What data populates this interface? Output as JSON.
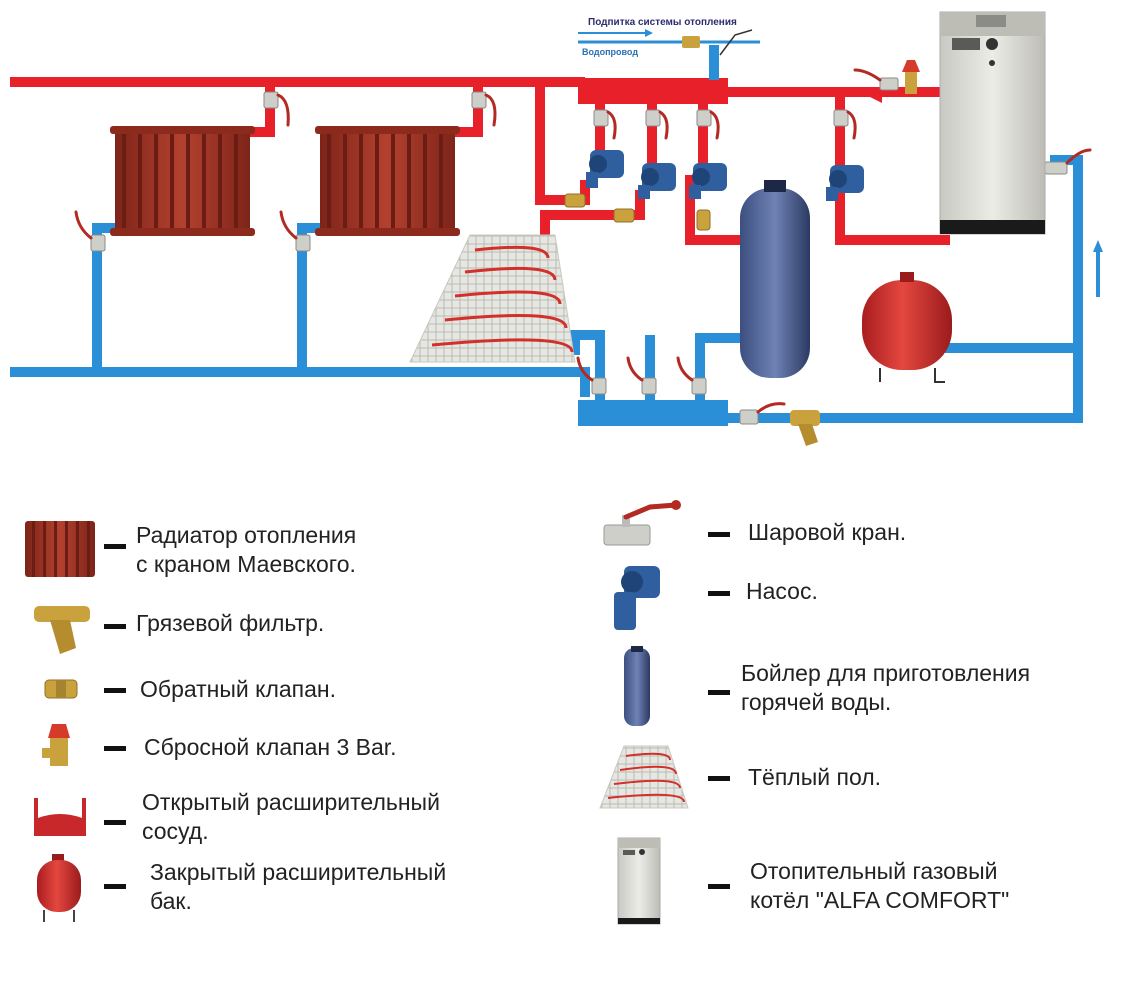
{
  "diagram": {
    "labels": {
      "feed": "Подпитка системы отопления",
      "water": "Водопровод"
    },
    "colors": {
      "supply": "#e8202a",
      "return": "#2a8fd6",
      "radiator": "#9a2f22",
      "pump": "#2f5f9e",
      "boiler": "#2e3f6e",
      "tank": "#c8282a",
      "brass": "#c9a23e",
      "heater": "#d9d9d4"
    }
  },
  "legend": {
    "left": [
      {
        "icon": "radiator-icon",
        "lines": [
          "Радиатор отопления",
          "с краном Маевского."
        ]
      },
      {
        "icon": "mud-filter-icon",
        "lines": [
          "Грязевой фильтр."
        ]
      },
      {
        "icon": "check-valve-icon",
        "lines": [
          "Обратный клапан."
        ]
      },
      {
        "icon": "relief-valve-icon",
        "lines": [
          "Сбросной клапан 3 Bar."
        ]
      },
      {
        "icon": "open-expansion-vessel-icon",
        "lines": [
          "Открытый расширительный",
          "сосуд."
        ]
      },
      {
        "icon": "closed-expansion-tank-icon",
        "lines": [
          "Закрытый расширительный",
          "бак."
        ]
      }
    ],
    "right": [
      {
        "icon": "ball-valve-icon",
        "lines": [
          "Шаровой кран."
        ]
      },
      {
        "icon": "pump-icon",
        "lines": [
          "Насос."
        ]
      },
      {
        "icon": "boiler-icon",
        "lines": [
          "Бойлер для приготовления",
          "горячей воды."
        ]
      },
      {
        "icon": "warm-floor-icon",
        "lines": [
          "Тёплый пол."
        ]
      },
      {
        "icon": "gas-boiler-icon",
        "lines": [
          "Отопительный газовый",
          "котёл \"ALFA COMFORT\""
        ]
      }
    ]
  }
}
